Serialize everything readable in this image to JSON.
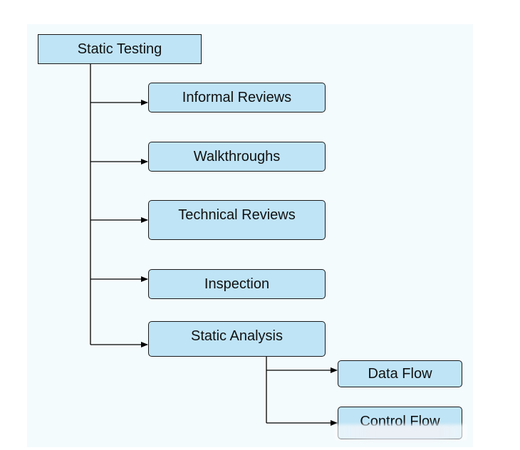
{
  "diagram": {
    "root": {
      "label": "Static Testing"
    },
    "children": [
      {
        "label": "Informal Reviews"
      },
      {
        "label": "Walkthroughs"
      },
      {
        "label": "Technical Reviews"
      },
      {
        "label": "Inspection"
      },
      {
        "label": "Static Analysis"
      }
    ],
    "static_analysis_children": [
      {
        "label": "Data Flow"
      },
      {
        "label": "Control Flow"
      }
    ]
  },
  "colors": {
    "box_fill": "#bfe4f6",
    "box_border": "#1a1a1a",
    "connector": "#000000",
    "canvas_bg": "#f4fbfd"
  }
}
